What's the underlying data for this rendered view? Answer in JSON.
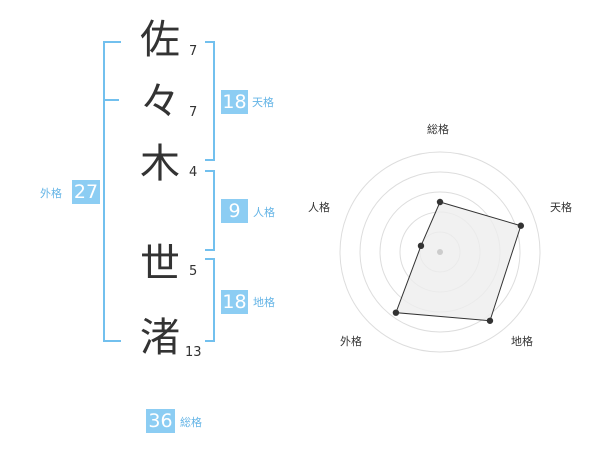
{
  "name": {
    "characters": [
      {
        "char": "佐",
        "strokes": "7"
      },
      {
        "char": "々",
        "strokes": "7"
      },
      {
        "char": "木",
        "strokes": "4"
      },
      {
        "char": "世",
        "strokes": "5"
      },
      {
        "char": "渚",
        "strokes": "13"
      }
    ]
  },
  "fortunes": {
    "tenkaku": {
      "value": "18",
      "label": "天格"
    },
    "jinkaku": {
      "value": "9",
      "label": "人格"
    },
    "chikaku": {
      "value": "18",
      "label": "地格"
    },
    "gaikaku": {
      "value": "27",
      "label": "外格"
    },
    "soukaku": {
      "value": "36",
      "label": "総格"
    }
  },
  "radar": {
    "axes": [
      {
        "label": "総格",
        "value": 0.5
      },
      {
        "label": "天格",
        "value": 0.85
      },
      {
        "label": "地格",
        "value": 0.85
      },
      {
        "label": "外格",
        "value": 0.75
      },
      {
        "label": "人格",
        "value": 0.2
      }
    ],
    "colors": {
      "grid": "#dddddd",
      "fill": "#eeeeee",
      "line": "#333333",
      "center": "#cccccc"
    }
  }
}
